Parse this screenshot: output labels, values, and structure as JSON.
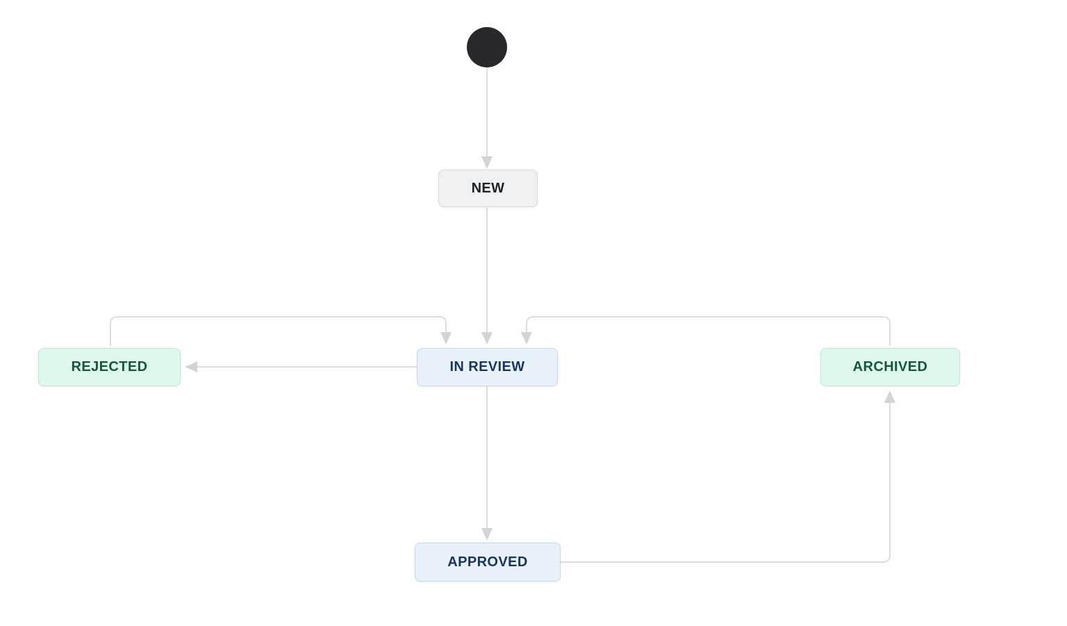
{
  "diagram": {
    "type": "workflow-state-diagram",
    "background": "#ffffff",
    "start_node": {
      "shape": "filled-circle",
      "color": "#27292c",
      "meaning": "initial state"
    },
    "nodes": [
      {
        "id": "new",
        "label": "NEW",
        "style": "gray",
        "bg": "#f0f1f2",
        "border": "#d8dadc",
        "text_color": "#1e2227"
      },
      {
        "id": "in_review",
        "label": "IN REVIEW",
        "style": "blue",
        "bg": "#e9f1fb",
        "border": "#c3d9f0",
        "text_color": "#17365d"
      },
      {
        "id": "rejected",
        "label": "REJECTED",
        "style": "green",
        "bg": "#def8ec",
        "border": "#bde9d2",
        "text_color": "#17563a"
      },
      {
        "id": "archived",
        "label": "ARCHIVED",
        "style": "green",
        "bg": "#def8ec",
        "border": "#bde9d2",
        "text_color": "#17563a"
      },
      {
        "id": "approved",
        "label": "APPROVED",
        "style": "blue",
        "bg": "#e9f1fb",
        "border": "#c3d9f0",
        "text_color": "#17365d"
      }
    ],
    "transitions": [
      {
        "from": "start",
        "to": "new"
      },
      {
        "from": "new",
        "to": "in_review"
      },
      {
        "from": "in_review",
        "to": "rejected"
      },
      {
        "from": "rejected",
        "to": "in_review"
      },
      {
        "from": "archived",
        "to": "in_review"
      },
      {
        "from": "in_review",
        "to": "approved"
      },
      {
        "from": "approved",
        "to": "archived"
      }
    ],
    "edge_color": "#dadcdf",
    "arrowhead_color": "#d2d5d8"
  }
}
